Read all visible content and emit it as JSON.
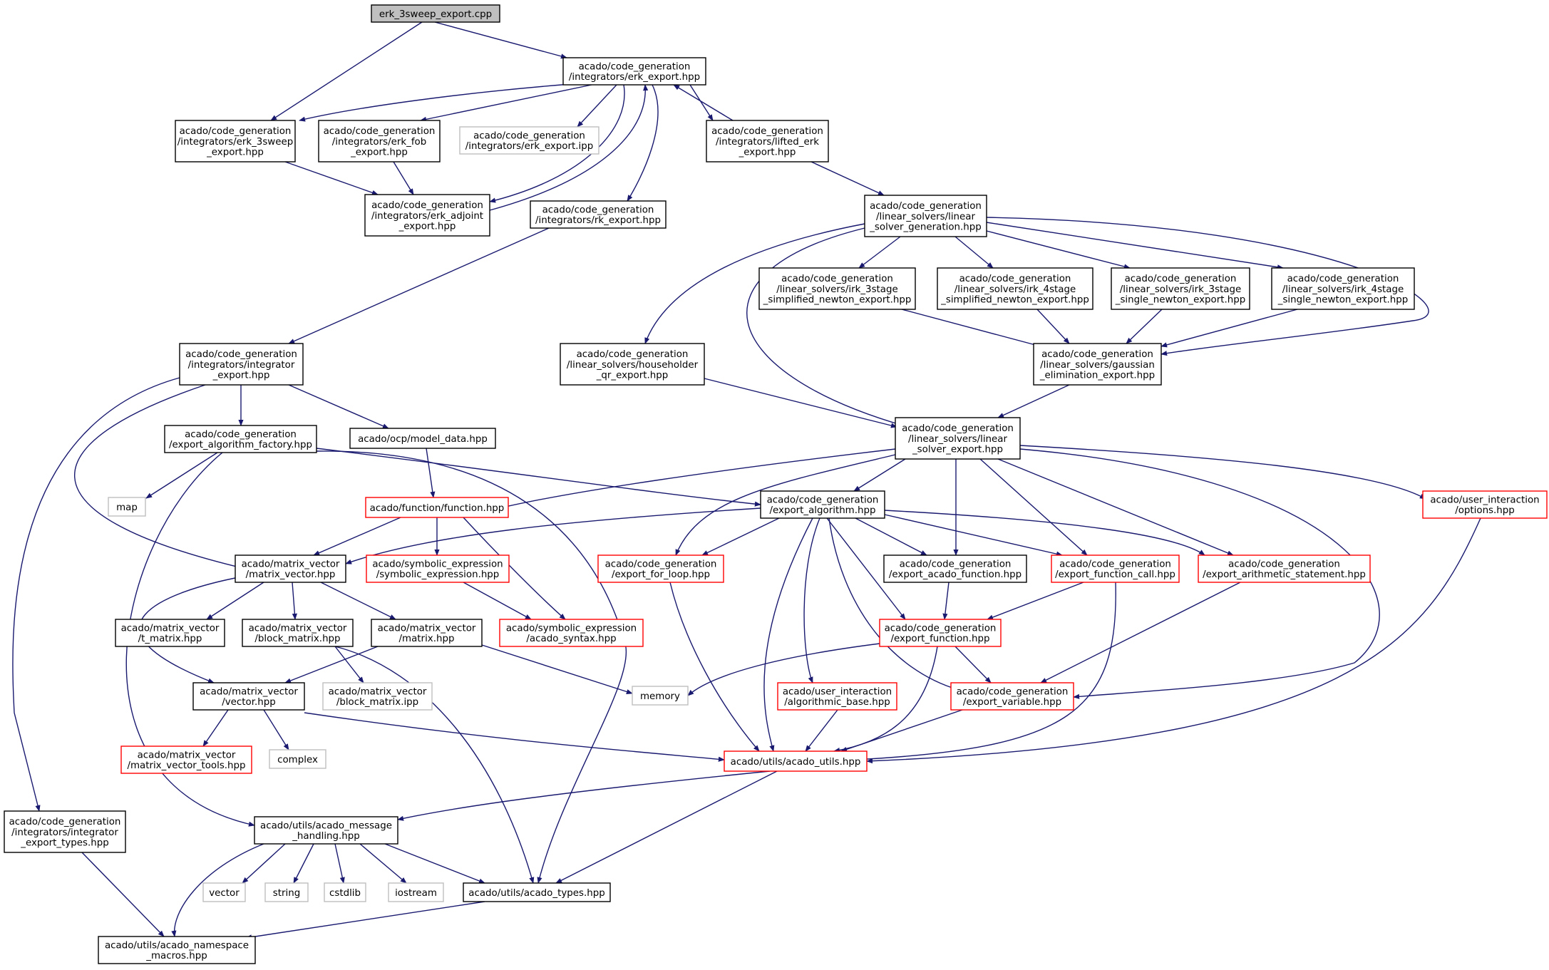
{
  "colors": {
    "edge": "#191970",
    "node_border_local": "#000000",
    "node_border_red": "#ff0000",
    "node_border_system": "#bfbfbf",
    "root_fill": "#bfbfbf",
    "node_fill": "#ffffff",
    "text": "#000000"
  },
  "graph": {
    "nodes": [
      {
        "id": "root",
        "style": "root",
        "lines": [
          "erk_3sweep_export.cpp"
        ]
      },
      {
        "id": "erk_export",
        "style": "local",
        "lines": [
          "acado/code_generation",
          "/integrators/erk_export.hpp"
        ]
      },
      {
        "id": "erk_3sweep",
        "style": "local",
        "lines": [
          "acado/code_generation",
          "/integrators/erk_3sweep",
          "_export.hpp"
        ]
      },
      {
        "id": "erk_fob",
        "style": "local",
        "lines": [
          "acado/code_generation",
          "/integrators/erk_fob",
          "_export.hpp"
        ]
      },
      {
        "id": "erk_ipp",
        "style": "system",
        "lines": [
          "acado/code_generation",
          "/integrators/erk_export.ipp"
        ]
      },
      {
        "id": "lifted_erk",
        "style": "local",
        "lines": [
          "acado/code_generation",
          "/integrators/lifted_erk",
          "_export.hpp"
        ]
      },
      {
        "id": "erk_adjoint",
        "style": "local",
        "lines": [
          "acado/code_generation",
          "/integrators/erk_adjoint",
          "_export.hpp"
        ]
      },
      {
        "id": "rk_export",
        "style": "local",
        "lines": [
          "acado/code_generation",
          "/integrators/rk_export.hpp"
        ]
      },
      {
        "id": "lin_gen",
        "style": "local",
        "lines": [
          "acado/code_generation",
          "/linear_solvers/linear",
          "_solver_generation.hpp"
        ]
      },
      {
        "id": "irk3_simp",
        "style": "local",
        "lines": [
          "acado/code_generation",
          "/linear_solvers/irk_3stage",
          "_simplified_newton_export.hpp"
        ]
      },
      {
        "id": "irk4_simp",
        "style": "local",
        "lines": [
          "acado/code_generation",
          "/linear_solvers/irk_4stage",
          "_simplified_newton_export.hpp"
        ]
      },
      {
        "id": "irk3_single",
        "style": "local",
        "lines": [
          "acado/code_generation",
          "/linear_solvers/irk_3stage",
          "_single_newton_export.hpp"
        ]
      },
      {
        "id": "irk4_single",
        "style": "local",
        "lines": [
          "acado/code_generation",
          "/linear_solvers/irk_4stage",
          "_single_newton_export.hpp"
        ]
      },
      {
        "id": "integrator_export",
        "style": "local",
        "lines": [
          "acado/code_generation",
          "/integrators/integrator",
          "_export.hpp"
        ]
      },
      {
        "id": "householder",
        "style": "local",
        "lines": [
          "acado/code_generation",
          "/linear_solvers/householder",
          "_qr_export.hpp"
        ]
      },
      {
        "id": "gaussian",
        "style": "local",
        "lines": [
          "acado/code_generation",
          "/linear_solvers/gaussian",
          "_elimination_export.hpp"
        ]
      },
      {
        "id": "alg_factory",
        "style": "local",
        "lines": [
          "acado/code_generation",
          "/export_algorithm_factory.hpp"
        ]
      },
      {
        "id": "model_data",
        "style": "local",
        "lines": [
          "acado/ocp/model_data.hpp"
        ]
      },
      {
        "id": "lin_solver_export",
        "style": "local",
        "lines": [
          "acado/code_generation",
          "/linear_solvers/linear",
          "_solver_export.hpp"
        ]
      },
      {
        "id": "map",
        "style": "system",
        "lines": [
          "map"
        ]
      },
      {
        "id": "function",
        "style": "red",
        "lines": [
          "acado/function/function.hpp"
        ]
      },
      {
        "id": "export_algorithm",
        "style": "local",
        "lines": [
          "acado/code_generation",
          "/export_algorithm.hpp"
        ]
      },
      {
        "id": "options",
        "style": "red",
        "lines": [
          "acado/user_interaction",
          "/options.hpp"
        ]
      },
      {
        "id": "matrix_vector",
        "style": "local",
        "lines": [
          "acado/matrix_vector",
          "/matrix_vector.hpp"
        ]
      },
      {
        "id": "symbolic_expr",
        "style": "red",
        "lines": [
          "acado/symbolic_expression",
          "/symbolic_expression.hpp"
        ]
      },
      {
        "id": "for_loop",
        "style": "red",
        "lines": [
          "acado/code_generation",
          "/export_for_loop.hpp"
        ]
      },
      {
        "id": "acado_function",
        "style": "local",
        "lines": [
          "acado/code_generation",
          "/export_acado_function.hpp"
        ]
      },
      {
        "id": "function_call",
        "style": "red",
        "lines": [
          "acado/code_generation",
          "/export_function_call.hpp"
        ]
      },
      {
        "id": "arith",
        "style": "red",
        "lines": [
          "acado/code_generation",
          "/export_arithmetic_statement.hpp"
        ]
      },
      {
        "id": "t_matrix",
        "style": "local",
        "lines": [
          "acado/matrix_vector",
          "/t_matrix.hpp"
        ]
      },
      {
        "id": "block_matrix",
        "style": "local",
        "lines": [
          "acado/matrix_vector",
          "/block_matrix.hpp"
        ]
      },
      {
        "id": "matrix",
        "style": "local",
        "lines": [
          "acado/matrix_vector",
          "/matrix.hpp"
        ]
      },
      {
        "id": "acado_syntax",
        "style": "red",
        "lines": [
          "acado/symbolic_expression",
          "/acado_syntax.hpp"
        ]
      },
      {
        "id": "export_function",
        "style": "red",
        "lines": [
          "acado/code_generation",
          "/export_function.hpp"
        ]
      },
      {
        "id": "vector",
        "style": "local",
        "lines": [
          "acado/matrix_vector",
          "/vector.hpp"
        ]
      },
      {
        "id": "block_matrix_ipp",
        "style": "system",
        "lines": [
          "acado/matrix_vector",
          "/block_matrix.ipp"
        ]
      },
      {
        "id": "memory",
        "style": "system",
        "lines": [
          "memory"
        ]
      },
      {
        "id": "alg_base",
        "style": "red",
        "lines": [
          "acado/user_interaction",
          "/algorithmic_base.hpp"
        ]
      },
      {
        "id": "export_variable",
        "style": "red",
        "lines": [
          "acado/code_generation",
          "/export_variable.hpp"
        ]
      },
      {
        "id": "mv_tools",
        "style": "red",
        "lines": [
          "acado/matrix_vector",
          "/matrix_vector_tools.hpp"
        ]
      },
      {
        "id": "complex",
        "style": "system",
        "lines": [
          "complex"
        ]
      },
      {
        "id": "acado_utils",
        "style": "red",
        "lines": [
          "acado/utils/acado_utils.hpp"
        ]
      },
      {
        "id": "integrator_types",
        "style": "local",
        "lines": [
          "acado/code_generation",
          "/integrators/integrator",
          "_export_types.hpp"
        ]
      },
      {
        "id": "msg_handling",
        "style": "local",
        "lines": [
          "acado/utils/acado_message",
          "_handling.hpp"
        ]
      },
      {
        "id": "std_vector",
        "style": "system",
        "lines": [
          "vector"
        ]
      },
      {
        "id": "std_string",
        "style": "system",
        "lines": [
          "string"
        ]
      },
      {
        "id": "cstdlib",
        "style": "system",
        "lines": [
          "cstdlib"
        ]
      },
      {
        "id": "iostream",
        "style": "system",
        "lines": [
          "iostream"
        ]
      },
      {
        "id": "acado_types",
        "style": "local",
        "lines": [
          "acado/utils/acado_types.hpp"
        ]
      },
      {
        "id": "namespace_macros",
        "style": "local",
        "lines": [
          "acado/utils/acado_namespace",
          "_macros.hpp"
        ]
      }
    ]
  }
}
